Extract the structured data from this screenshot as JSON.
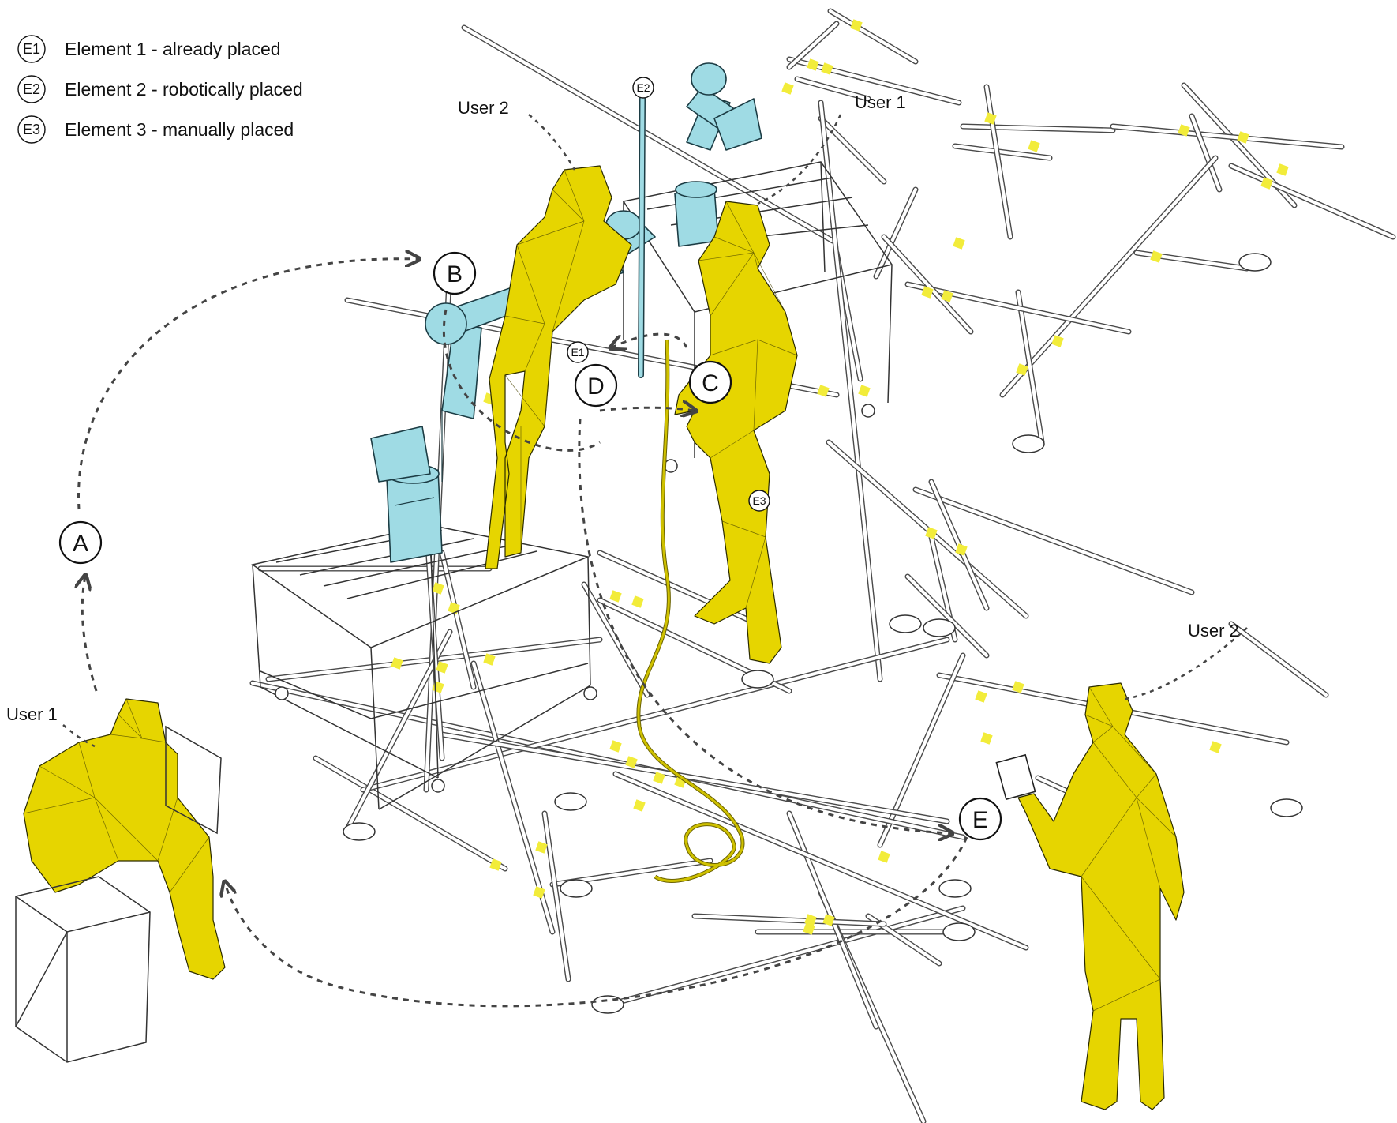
{
  "legend": {
    "items": [
      {
        "code": "E1",
        "text": "Element 1 - already placed"
      },
      {
        "code": "E2",
        "text": "Element 2 - robotically placed"
      },
      {
        "code": "E3",
        "text": "Element 3 - manually placed"
      }
    ]
  },
  "users": {
    "user1_seated": "User 1",
    "user2_center": "User 2",
    "user1_center": "User 1",
    "user2_right": "User 2"
  },
  "steps": {
    "a": "A",
    "b": "B",
    "c": "C",
    "d": "D",
    "e": "E"
  },
  "elements": {
    "e1": "E1",
    "e2": "E2",
    "e3": "E3"
  },
  "colors": {
    "figure_yellow": "#e6d500",
    "robot_cyan": "#9fdbe4",
    "joint_yellow": "#f2ec3a",
    "line_dark": "#444444"
  }
}
